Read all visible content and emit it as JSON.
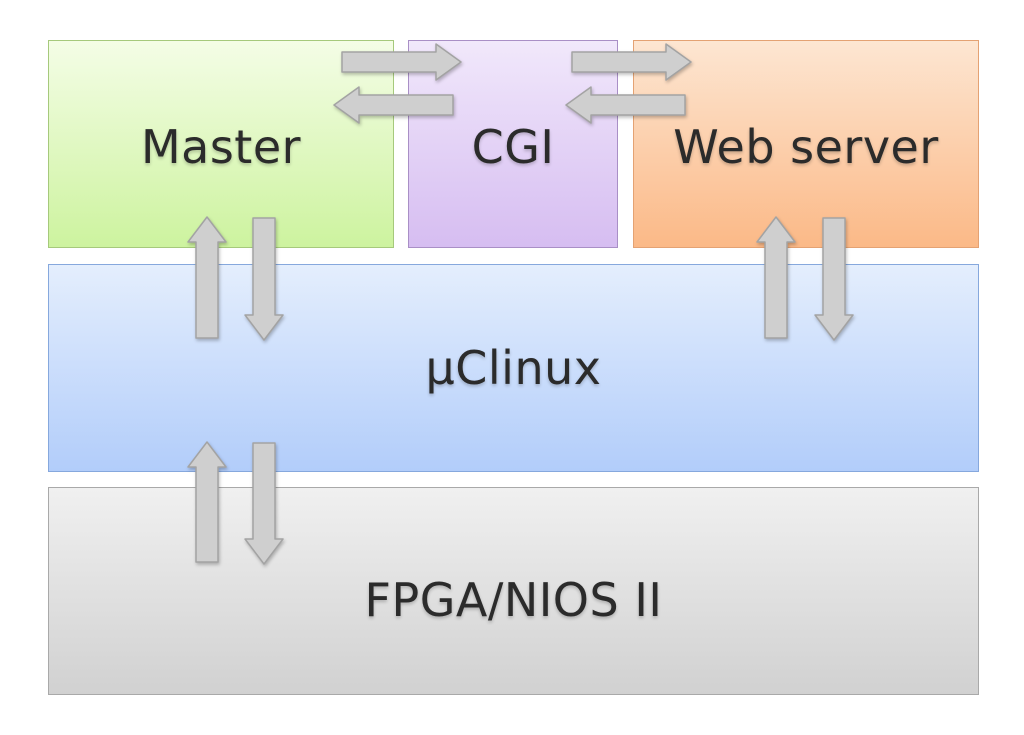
{
  "diagram": {
    "layers": {
      "master": "Master",
      "cgi": "CGI",
      "webserver": "Web server",
      "uclinux": "µClinux",
      "fpga": "FPGA/NIOS II"
    },
    "colors": {
      "master": "#cdf39f",
      "cgi": "#d6bdf1",
      "webserver": "#fbb987",
      "uclinux": "#b2cdfa",
      "fpga": "#d1d1d1",
      "arrow": "#cfcfcf"
    }
  }
}
